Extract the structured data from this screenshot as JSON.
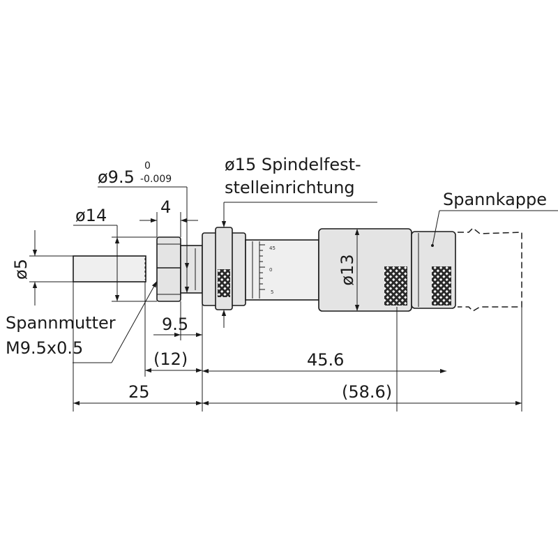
{
  "labels": {
    "dia5": "ø5",
    "dia14": "ø14",
    "dia9_5": "ø9.5",
    "tol_upper": "0",
    "tol_lower": "-0.009",
    "dim4": "4",
    "dia15_line1": "ø15 Spindelfest-",
    "dia15_line2": "stelleinrichtung",
    "spannkappe": "Spannkappe",
    "dia13": "ø13",
    "spannmutter_line1": "Spannmutter",
    "spannmutter_line2": "M9.5x0.5",
    "dim9_5": "9.5",
    "dim12": "(12)",
    "dim45_6": "45.6",
    "dim25": "25",
    "dim58_6": "(58.6)"
  },
  "scale_marks": [
    "45",
    "0",
    "5"
  ],
  "colors": {
    "line": "#1a1a1a",
    "body_fill": "#e4e4e4",
    "light_fill": "#efefef",
    "knurl": "#2a2a2a"
  }
}
